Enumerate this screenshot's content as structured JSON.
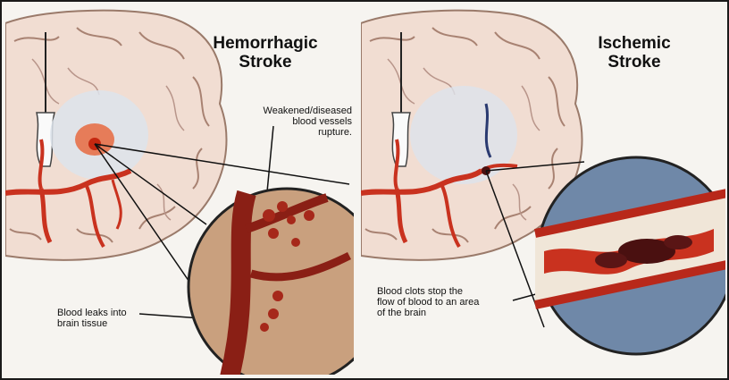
{
  "hemorrhagic": {
    "title": "Hemorrhagic\nStroke",
    "callout_vessels": "Weakened/diseased\nblood vessels\nrupture.",
    "callout_leak": "Blood leaks into\nbrain tissue"
  },
  "ischemic": {
    "title": "Ischemic\nStroke",
    "callout_clot": "Blood clots stop the\nflow of blood to an area\nof the brain"
  },
  "colors": {
    "brain": "#f1ddd2",
    "gyrus_line": "#a88272",
    "artery": "#c9321f",
    "hemorrhage": "#e85a2a",
    "inset_bg": "#c9a07e",
    "vessel_wall": "#8a1f15",
    "clot": "#4a1010"
  }
}
